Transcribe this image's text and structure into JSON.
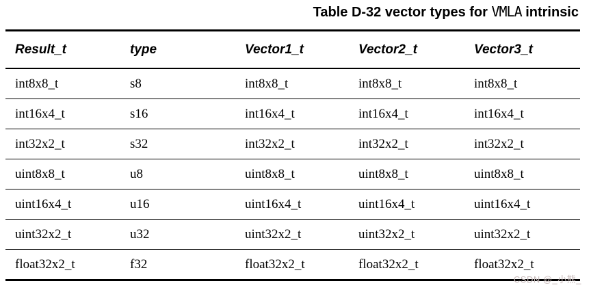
{
  "title": {
    "prefix": "Table D-32 vector types for ",
    "code": "VMLA",
    "suffix": " intrinsic"
  },
  "watermark": "CSDN @_小熊_",
  "colors": {
    "text": "#000000",
    "background": "#ffffff",
    "rule": "#000000",
    "watermark": "#c6b8b8"
  },
  "table": {
    "columns": [
      "Result_t",
      "type",
      "Vector1_t",
      "Vector2_t",
      "Vector3_t"
    ],
    "rows": [
      [
        "int8x8_t",
        "s8",
        "int8x8_t",
        "int8x8_t",
        "int8x8_t"
      ],
      [
        "int16x4_t",
        "s16",
        "int16x4_t",
        "int16x4_t",
        "int16x4_t"
      ],
      [
        "int32x2_t",
        "s32",
        "int32x2_t",
        "int32x2_t",
        "int32x2_t"
      ],
      [
        "uint8x8_t",
        "u8",
        "uint8x8_t",
        "uint8x8_t",
        "uint8x8_t"
      ],
      [
        "uint16x4_t",
        "u16",
        "uint16x4_t",
        "uint16x4_t",
        "uint16x4_t"
      ],
      [
        "uint32x2_t",
        "u32",
        "uint32x2_t",
        "uint32x2_t",
        "uint32x2_t"
      ],
      [
        "float32x2_t",
        "f32",
        "float32x2_t",
        "float32x2_t",
        "float32x2_t"
      ]
    ]
  }
}
